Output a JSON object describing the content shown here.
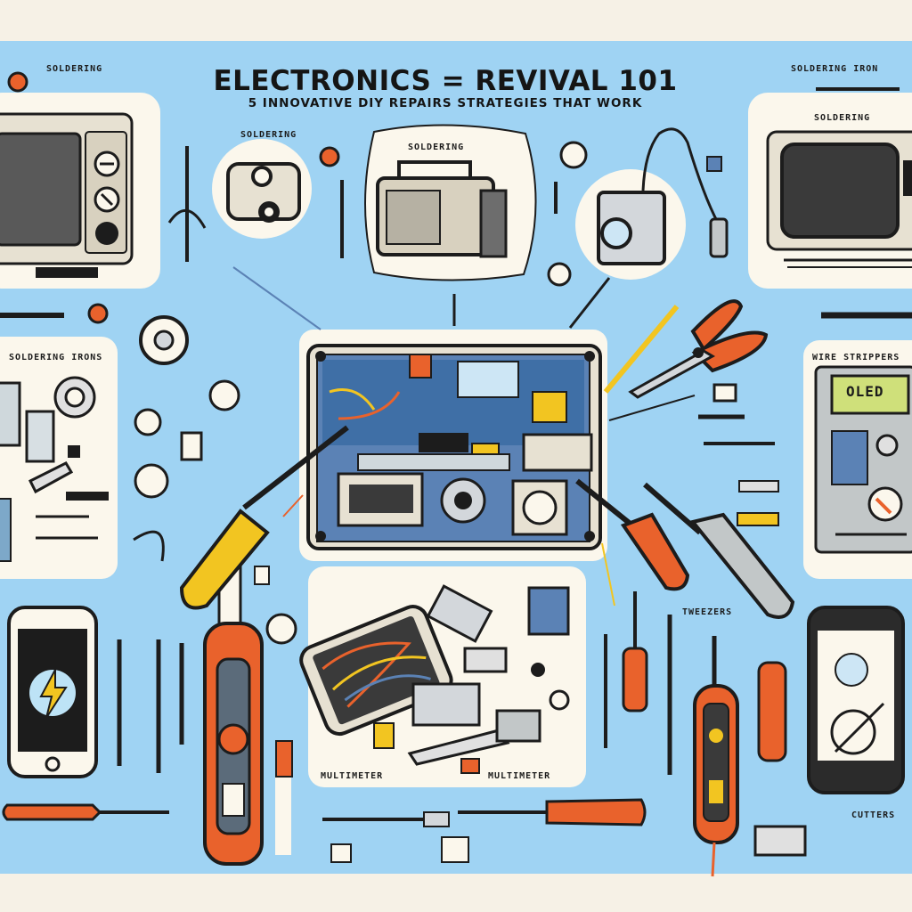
{
  "poster": {
    "title": "ELECTRONICS = REVIVAL 101",
    "subtitle": "5 INNOVATIVE DIY REPAIRS STRATEGIES THAT WORK"
  },
  "labels": {
    "top_left": "SOLDERING",
    "top_right": "SOLDERING IRON",
    "right_tv": "SOLDERING",
    "mid_small": "SOLDERING",
    "speaker_tag": "SOLDERING",
    "left_panel": "SOLDERING IRONS",
    "right_panel": "WIRE STRIPPERS",
    "bottom_right_tag": "TWEEZERS",
    "multimeter_left": "MULTIMETER",
    "multimeter_right": "MULTIMETER",
    "cutters": "CUTTERS",
    "meter_display": "OLED"
  },
  "colors": {
    "background": "#9fd3f3",
    "border": "#f6f1e6",
    "panel": "#fbf7ec",
    "ink": "#1c1c1c",
    "orange": "#e9622c",
    "yellow": "#f2c521",
    "circuit_blue": "#5b82b5"
  },
  "icons": [
    "crt-tv-icon",
    "speaker-icon",
    "radio-icon",
    "camera-icon",
    "pliers-icon",
    "screwdriver-icon",
    "multimeter-icon",
    "smartphone-icon",
    "circuit-board-icon",
    "soldering-iron-icon"
  ]
}
